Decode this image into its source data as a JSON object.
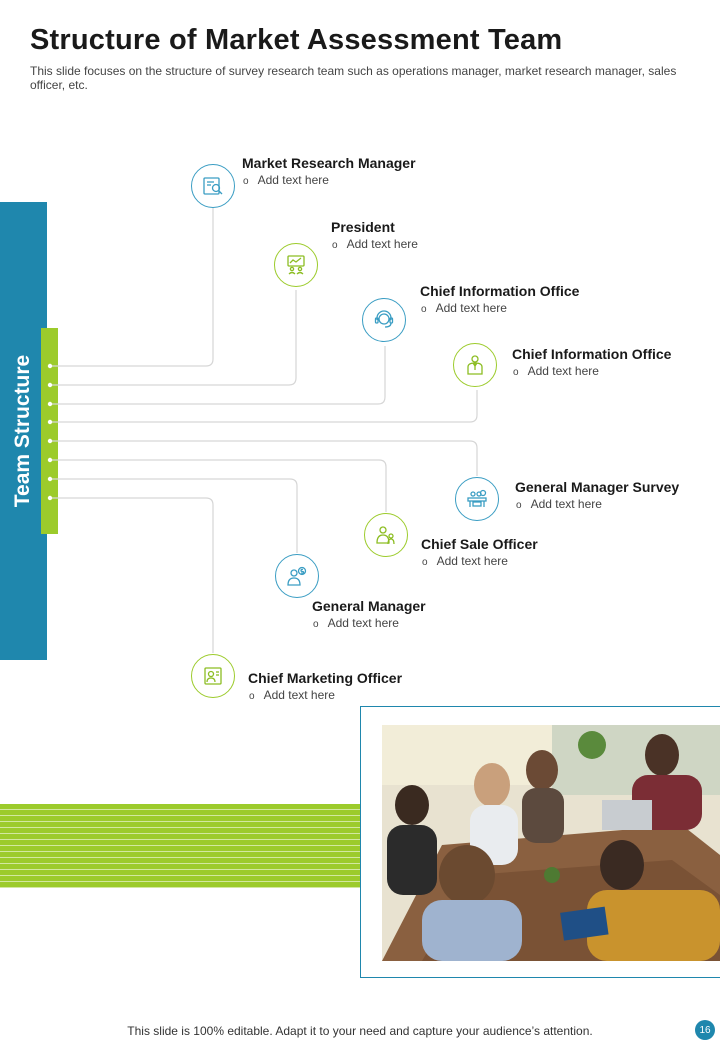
{
  "slide": {
    "title": "Structure of Market Assessment Team",
    "subtitle": "This slide focuses on the structure of survey research team such as operations manager, market research manager, sales officer, etc.",
    "side_label": "Team Structure"
  },
  "roles": [
    {
      "title": "Market Research Manager",
      "text": "Add text here",
      "icon": "research-icon",
      "color": "blue"
    },
    {
      "title": "President",
      "text": "Add text here",
      "icon": "presentation-icon",
      "color": "green"
    },
    {
      "title": "Chief Information Office",
      "text": "Add text here",
      "icon": "headset-icon",
      "color": "blue"
    },
    {
      "title": "Chief Information Office",
      "text": "Add text here",
      "icon": "executive-icon",
      "color": "green"
    },
    {
      "title": "General Manager Survey",
      "text": "Add text here",
      "icon": "meeting-desk-icon",
      "color": "blue"
    },
    {
      "title": "Chief Sale Officer",
      "text": "Add text here",
      "icon": "sales-team-icon",
      "color": "green"
    },
    {
      "title": "General Manager",
      "text": "Add text here",
      "icon": "manager-money-icon",
      "color": "blue"
    },
    {
      "title": "Chief Marketing Officer",
      "text": "Add text here",
      "icon": "marketing-office-icon",
      "color": "green"
    }
  ],
  "footer": {
    "text": "This slide is 100% editable. Adapt it to your need and capture your audience’s attention.",
    "page_number": "16"
  },
  "colors": {
    "blue": "#1f87ad",
    "green": "#9ccb2b"
  }
}
